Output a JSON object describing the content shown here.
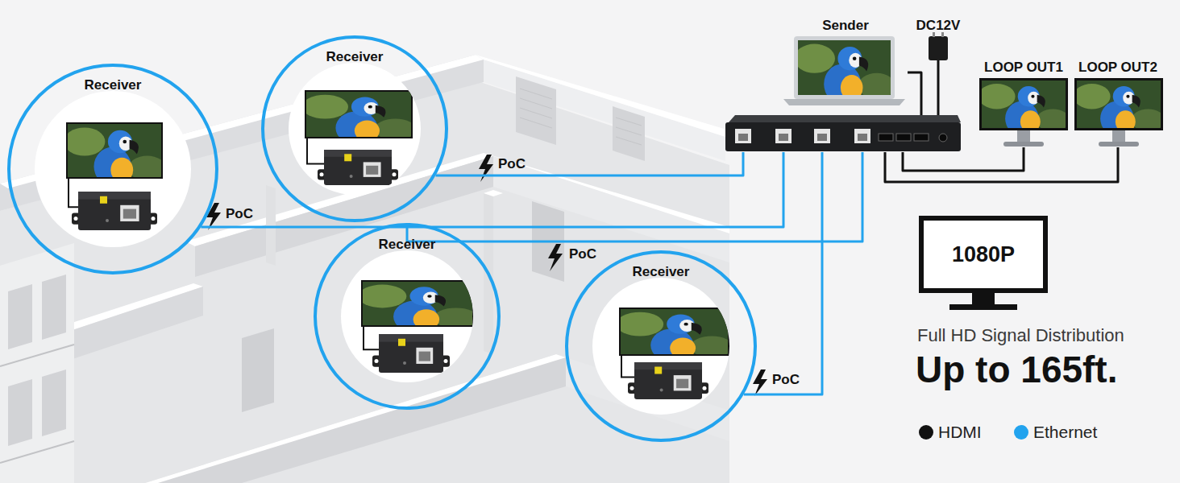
{
  "diagram": {
    "nodes": [
      {
        "text": [
          "Receiver"
        ]
      },
      {
        "text": [
          "Receiver"
        ]
      },
      {
        "text": [
          "Sender"
        ]
      },
      {
        "text": [
          "DC12V"
        ]
      },
      {
        "text": []
      },
      {
        "text": [
          "LOOP OUT1"
        ]
      },
      {
        "text": [
          "LOOP OUT2"
        ]
      },
      {
        "text": [
          "Receiver"
        ]
      },
      {
        "text": [
          "Receiver"
        ]
      },
      {
        "text": [
          "1080P"
        ]
      }
    ],
    "edges": [
      {
        "from": 4,
        "to": 1,
        "arrow": "none",
        "label": "PoC"
      },
      {
        "from": 4,
        "to": 0,
        "arrow": "none",
        "label": "PoC"
      },
      {
        "from": 4,
        "to": 7,
        "arrow": "none",
        "label": "PoC"
      },
      {
        "from": 4,
        "to": 8,
        "arrow": "none",
        "label": "PoC"
      },
      {
        "from": 2,
        "to": 4,
        "arrow": "none"
      },
      {
        "from": 3,
        "to": 4,
        "arrow": "none"
      },
      {
        "from": 4,
        "to": 5,
        "arrow": "none"
      },
      {
        "from": 4,
        "to": 6,
        "arrow": "none"
      }
    ],
    "labels": [
      "Full HD Signal Distribution",
      "Up to 165ft."
    ],
    "legend": [
      {
        "text": "HDMI",
        "color": "#111111"
      },
      {
        "text": "Ethernet",
        "color": "#22a3ee"
      }
    ]
  }
}
